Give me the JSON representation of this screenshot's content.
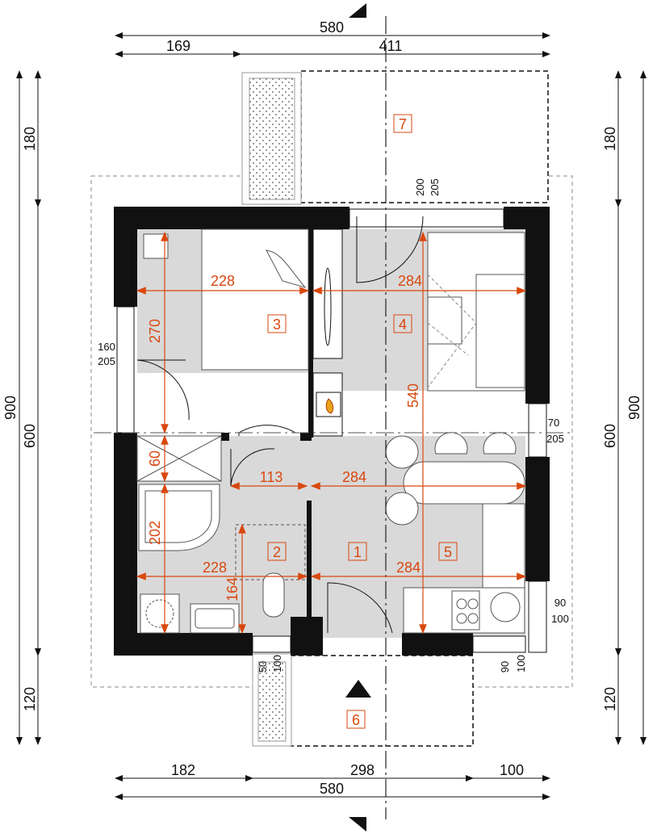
{
  "colors": {
    "wall": "#111111",
    "floor": "#d9d9d9",
    "dim_red": "#d9480f",
    "line": "#222222"
  },
  "top_dims": {
    "total": "580",
    "left": "169",
    "right": "411"
  },
  "bottom_dims": {
    "total": "580",
    "left": "182",
    "mid": "298",
    "right": "100"
  },
  "left_dims": {
    "total": "900",
    "mid": "600",
    "top": "180",
    "bottom": "120"
  },
  "right_dims": {
    "total": "900",
    "mid": "600",
    "top": "180",
    "bottom": "120"
  },
  "openings": {
    "left_window_a": "160",
    "left_window_b": "205",
    "right_window_a": "70",
    "right_window_b": "205",
    "kitchen_window_a": "90",
    "kitchen_window_b": "100",
    "bath_window_a": "50",
    "bath_window_b": "100",
    "kitchen_window_v_a": "90",
    "kitchen_window_v_b": "100",
    "terrace_door_a": "200",
    "terrace_door_b": "205"
  },
  "room_dims": {
    "bed_w": "228",
    "bed_h": "270",
    "living_w": "284",
    "living_h": "540",
    "hall_w1": "113",
    "hall_w2": "284",
    "wardrobe": "60",
    "bath_w": "228",
    "bath_h": "164",
    "shower": "202",
    "kitchen_w": "284"
  },
  "rooms": [
    "1",
    "2",
    "3",
    "4",
    "5",
    "6",
    "7"
  ]
}
